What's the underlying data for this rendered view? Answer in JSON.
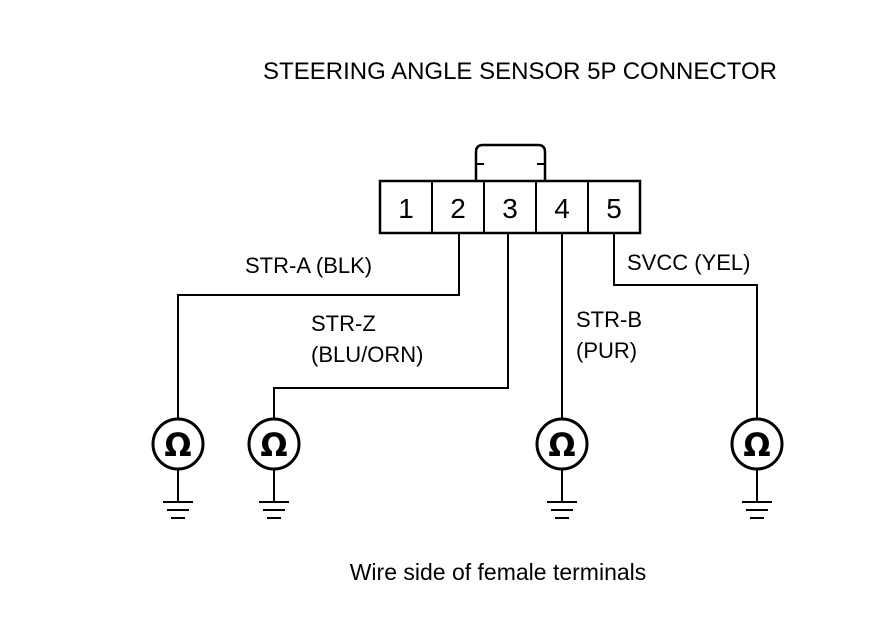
{
  "title": "STEERING ANGLE SENSOR 5P CONNECTOR",
  "connector": {
    "pins": [
      "1",
      "2",
      "3",
      "4",
      "5"
    ]
  },
  "wires": [
    {
      "id": "str-a",
      "lines": [
        "STR-A (BLK)"
      ],
      "pin": "2"
    },
    {
      "id": "str-z",
      "lines": [
        "STR-Z",
        "(BLU/ORN)"
      ],
      "pin": "3"
    },
    {
      "id": "str-b",
      "lines": [
        "STR-B",
        "(PUR)"
      ],
      "pin": "4"
    },
    {
      "id": "svcc",
      "lines": [
        "SVCC (YEL)"
      ],
      "pin": "5"
    }
  ],
  "meter_symbol": "Ω",
  "caption": "Wire side of female terminals",
  "colors": {
    "ink": "#000000",
    "background": "#ffffff"
  },
  "icons": [
    "ohmmeter-icon",
    "ground-icon"
  ]
}
